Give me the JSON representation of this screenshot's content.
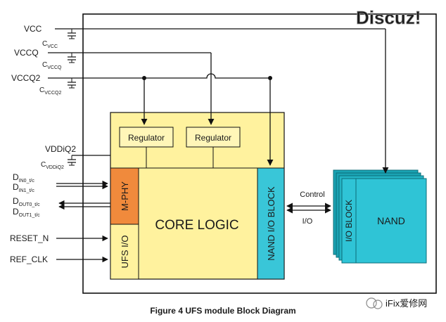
{
  "watermark_top": "Discuz!",
  "watermark_bottom": "iFix爱修网",
  "caption": "Figure 4 UFS module Block Diagram",
  "supplies": {
    "vcc": {
      "label": "VCC",
      "cap_main": "C",
      "cap_sub": "VCC"
    },
    "vccq": {
      "label": "VCCQ",
      "cap_main": "C",
      "cap_sub": "VCCQ"
    },
    "vccq2": {
      "label": "VCCQ2",
      "cap_main": "C",
      "cap_sub": "VCCQ2"
    },
    "vddiq2": {
      "label": "VDDiQ2",
      "cap_main": "C",
      "cap_sub": "VDDiQ2"
    }
  },
  "signals": {
    "din0": {
      "main": "D",
      "sub": "IN0_t/c"
    },
    "din1": {
      "main": "D",
      "sub": "IN1_t/c"
    },
    "dout0": {
      "main": "D",
      "sub": "OUT0_t/c"
    },
    "dout1": {
      "main": "D",
      "sub": "OUT1_t/c"
    },
    "reset": "RESET_N",
    "refclk": "REF_CLK"
  },
  "blocks": {
    "regulator_left": "Regulator",
    "regulator_right": "Regulator",
    "mphy": "M-PHY",
    "ufs_io": "UFS I/O",
    "core_logic": "CORE LOGIC",
    "nand_io_block": "NAND I/O BLOCK",
    "io_block": "I/O BLOCK",
    "nand": "NAND"
  },
  "links": {
    "control": "Control",
    "io": "I/O"
  },
  "colors": {
    "controller_fill": "#fff29e",
    "mphy_fill": "#f08a3c",
    "nand_io_fill": "#39c6d8",
    "nand_fill": "#2fc4d6",
    "nand_shadow": "#1aa3b3",
    "line": "#111111"
  }
}
